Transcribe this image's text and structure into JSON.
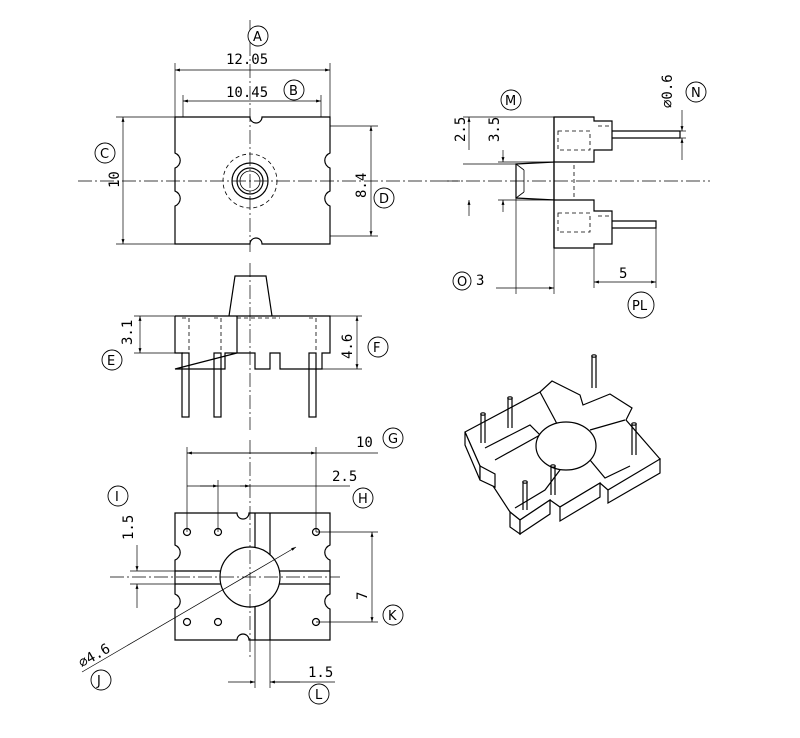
{
  "dimensions": {
    "top_width": "12.05",
    "inner_width": "10.45",
    "height": "10",
    "inner_height": "8.4",
    "flange_offset": "2.5",
    "hub_height": "3.5",
    "pin_diameter": "⌀0.6",
    "boss": "3",
    "pin_length": "5",
    "side_height_small": "3.1",
    "side_height_large": "4.6",
    "bottom_width": "10",
    "pin_pitch": "2.5",
    "bottom_offset": "1.5",
    "bottom_span": "7",
    "hole_diameter": "⌀4.6",
    "slot_width": "1.5"
  },
  "callouts": {
    "A": "A",
    "B": "B",
    "C": "C",
    "D": "D",
    "E": "E",
    "F": "F",
    "G": "G",
    "H": "H",
    "I": "I",
    "J": "J",
    "K": "K",
    "L": "L",
    "M": "M",
    "N": "N",
    "O": "O",
    "PL": "PL"
  }
}
